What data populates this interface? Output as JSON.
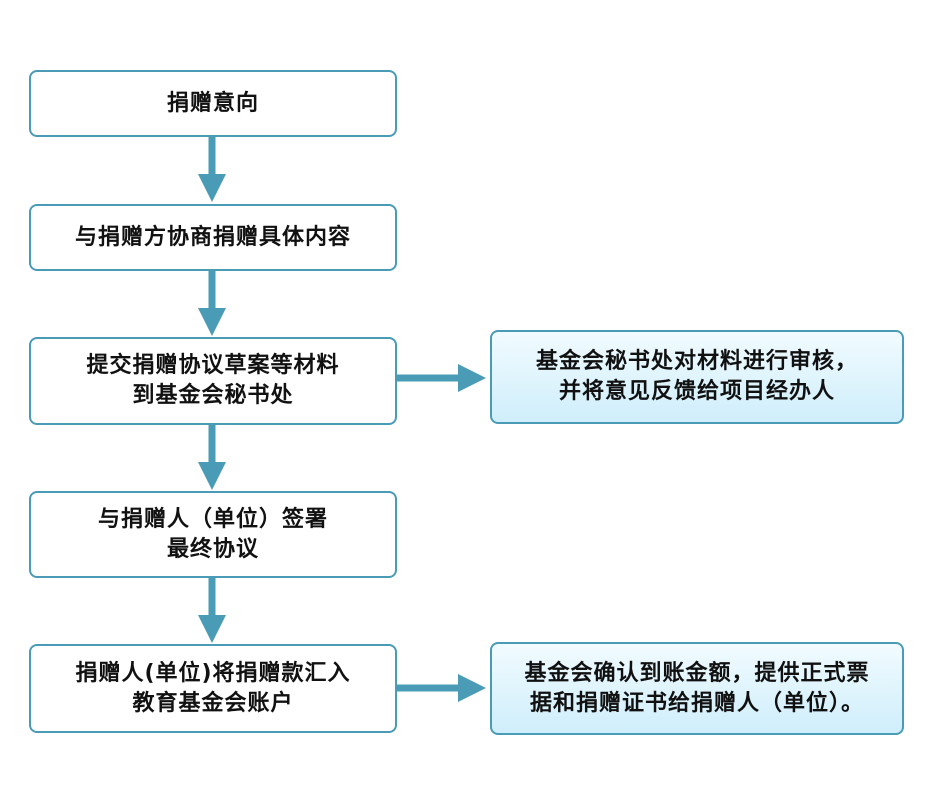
{
  "flow": {
    "steps": [
      {
        "lines": [
          "捐赠意向"
        ]
      },
      {
        "lines": [
          "与捐赠方协商捐赠具体内容"
        ]
      },
      {
        "lines": [
          "提交捐赠协议草案等材料",
          "到基金会秘书处"
        ]
      },
      {
        "lines": [
          "与捐赠人（单位）签署",
          "最终协议"
        ]
      },
      {
        "lines": [
          "捐赠人(单位)将捐赠款汇入",
          "教育基金会账户"
        ]
      }
    ],
    "side_notes": [
      {
        "lines": [
          "基金会秘书处对材料进行审核，",
          "并将意见反馈给项目经办人"
        ]
      },
      {
        "lines": [
          "基金会确认到账金额，提供正式票",
          "据和捐赠证书给捐赠人（单位）。"
        ]
      }
    ]
  },
  "colors": {
    "border": "#4a9bb5",
    "arrow": "#4a9bb5",
    "side_fill": "#d8f2fc"
  }
}
